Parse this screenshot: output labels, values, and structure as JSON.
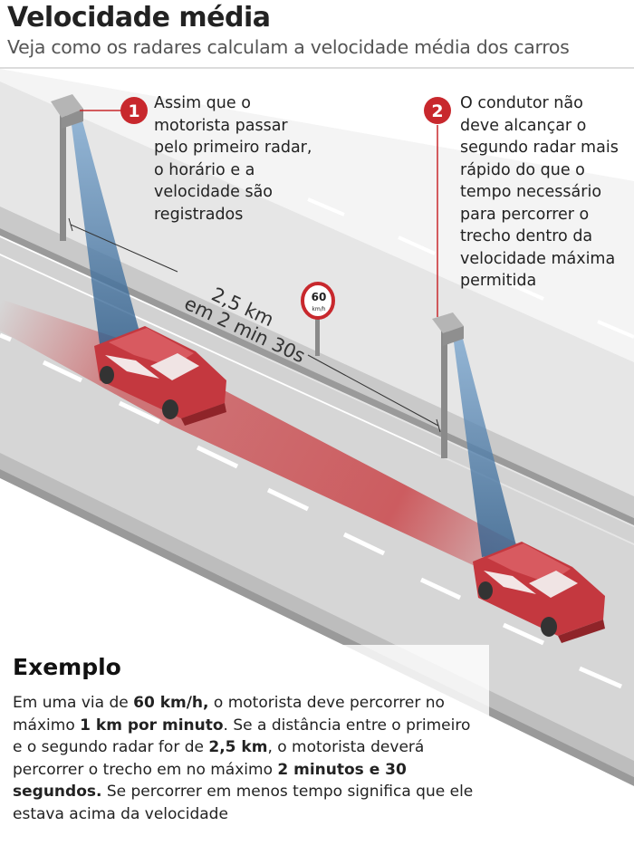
{
  "header": {
    "title": "Velocidade média",
    "subtitle": "Veja como os radares calculam a velocidade média dos carros"
  },
  "colors": {
    "accent_red": "#c8282d",
    "road": "#d8d8d8",
    "beam": "#5a86b0",
    "car": "#c4383f"
  },
  "steps": [
    {
      "number": "1",
      "text": "Assim que o\nmotorista passar\npelo primeiro radar,\no horário e a\nvelocidade são\nregistrados"
    },
    {
      "number": "2",
      "text": "O condutor não\ndeve alcançar o\nsegundo radar mais\nrápido do que o\ntempo necessário\npara percorrer o\ntrecho dentro da\nvelocidade máxima\npermitida"
    }
  ],
  "measure": {
    "distance": "2,5 km",
    "time": "em 2 min 30s"
  },
  "sign": {
    "number": "60",
    "unit": "km/h"
  },
  "example": {
    "heading": "Exemplo",
    "p1": "Em uma via de ",
    "b1": "60 km/h,",
    "p2": " o motorista deve percorrer no máximo ",
    "b2": "1 km por minuto",
    "p3": ". Se a distância entre o primeiro e o segundo radar for de ",
    "b3": "2,5 km",
    "p4": ", o motorista deverá percorrer o trecho em no máximo ",
    "b4": "2 minutos e 30 segundos.",
    "p5": " Se percorrer em menos tempo significa que ele estava acima da velocidade"
  }
}
